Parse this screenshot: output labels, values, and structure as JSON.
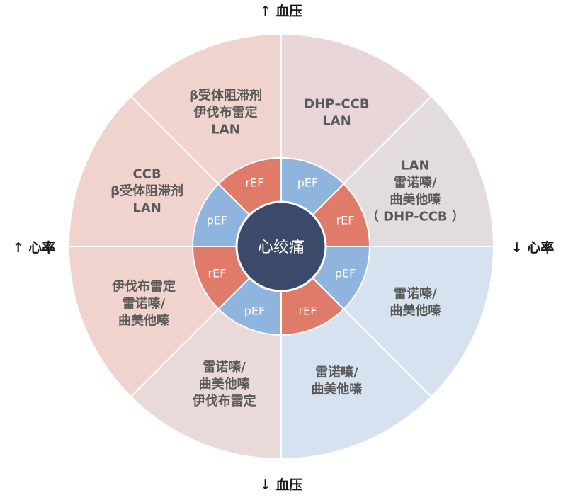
{
  "axes": {
    "top": "↑ 血压",
    "bottom": "↓ 血压",
    "left": "↑ 心率",
    "right": "↓ 心率"
  },
  "center": {
    "label": "心绞痛"
  },
  "colors": {
    "bp_high_seg": "#e8d6d8",
    "hr_high_seg": "#f0d3cc",
    "hr_high_bp_low_seg": "#e9d9d9",
    "hr_low_bp_low_seg": "#d6e2ef",
    "hr_low_bp_high_seg": "#e3dcdf",
    "divider": "#ffffff",
    "ref": "#e07b6a",
    "pef": "#8fb4dd",
    "center": "#3b4a6b",
    "text": "#5a5a5a"
  },
  "segments": [
    {
      "id": "n-ne",
      "lines": [
        "DHP–CCB",
        "LAN"
      ]
    },
    {
      "id": "ne-e",
      "lines": [
        "LAN",
        "雷诺嗪/",
        "曲美他嗪",
        "（ DHP-CCB ）"
      ]
    },
    {
      "id": "e-se",
      "lines": [
        "雷诺嗪/",
        "曲美他嗪"
      ]
    },
    {
      "id": "se-s",
      "lines": [
        "雷诺嗪/",
        "曲美他嗪"
      ]
    },
    {
      "id": "s-sw",
      "lines": [
        "雷诺嗪/",
        "曲美他嗪",
        "伊伐布雷定"
      ]
    },
    {
      "id": "sw-w",
      "lines": [
        "伊伐布雷定",
        "雷诺嗪/",
        "曲美他嗪"
      ]
    },
    {
      "id": "w-nw",
      "lines": [
        "CCB",
        "β受体阻滞剂",
        "LAN"
      ]
    },
    {
      "id": "nw-n",
      "lines": [
        "β受体阻滞剂",
        "伊伐布雷定",
        "LAN"
      ]
    }
  ],
  "ef_ring": [
    {
      "label": "pEF",
      "type": "pef"
    },
    {
      "label": "rEF",
      "type": "ref"
    },
    {
      "label": "pEF",
      "type": "pef"
    },
    {
      "label": "rEF",
      "type": "ref"
    },
    {
      "label": "pEF",
      "type": "pef"
    },
    {
      "label": "rEF",
      "type": "ref"
    },
    {
      "label": "pEF",
      "type": "pef"
    },
    {
      "label": "rEF",
      "type": "ref"
    }
  ]
}
